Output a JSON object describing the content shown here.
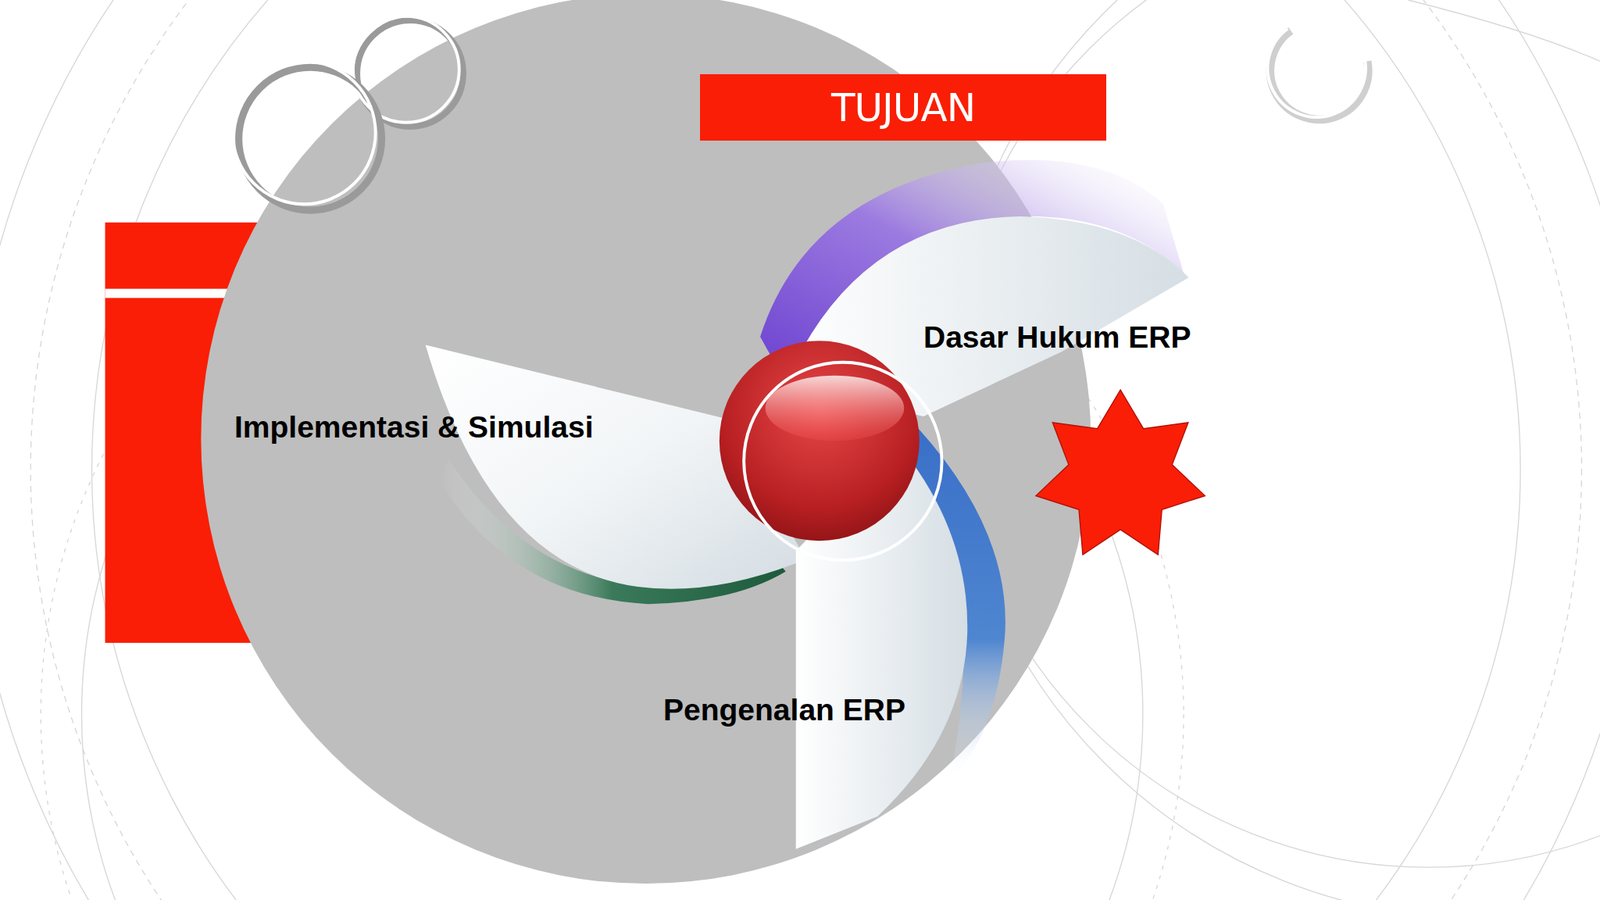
{
  "diagram": {
    "title": "TUJUAN",
    "nodes": [
      {
        "text": [
          "Dasar Hukum ERP"
        ]
      },
      {
        "text": [
          "Implementasi & Simulasi"
        ]
      },
      {
        "text": [
          "Pengenalan ERP"
        ]
      }
    ]
  }
}
